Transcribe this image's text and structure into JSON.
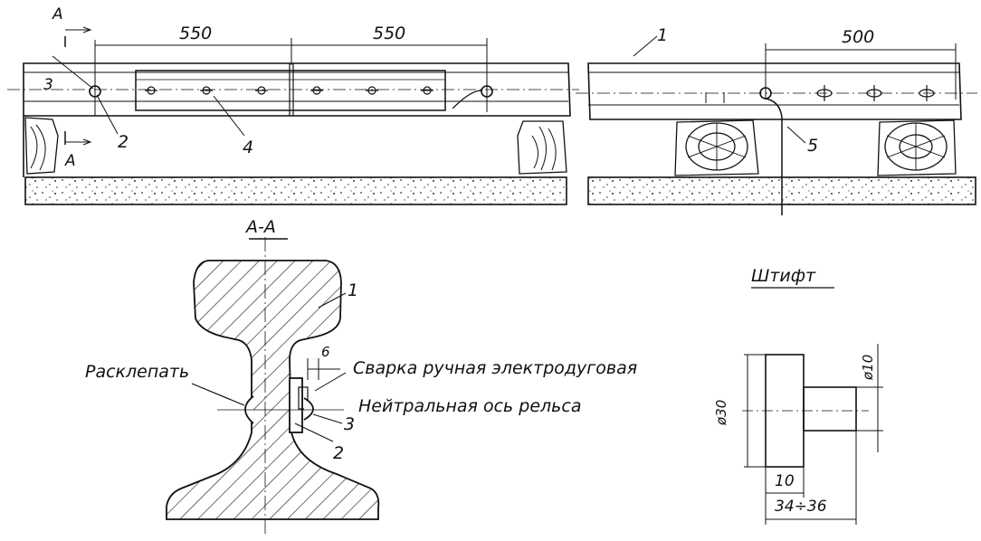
{
  "dimensions": {
    "left_span_1": "550",
    "left_span_2": "550",
    "right_span": "500",
    "plate_width": "6",
    "pin_diameter_large": "ø30",
    "pin_diameter_small": "ø10",
    "pin_head_length": "10",
    "pin_total_length": "34÷36"
  },
  "callouts": {
    "rail": "1",
    "rail_right": "1",
    "pin_left": "2",
    "plate": "3",
    "joint_bar": "4",
    "wire": "5",
    "section_rail": "1",
    "section_plate": "3",
    "section_pin": "2"
  },
  "section": {
    "title": "А-А",
    "mark_top": "А",
    "mark_bottom": "А"
  },
  "annotations": {
    "rivet": "Расклепать",
    "welding": "Сварка ручная электродуговая",
    "neutral_axis": "Нейтральная ось рельса"
  },
  "pin": {
    "title": "Штифт"
  }
}
